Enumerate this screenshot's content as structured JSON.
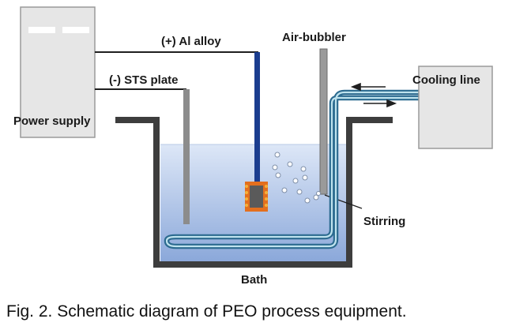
{
  "labels": {
    "power_supply": "Power supply",
    "anode": "(+) Al alloy",
    "cathode": "(-) STS plate",
    "air_bubbler": "Air-bubbler",
    "cooling_line": "Cooling line",
    "stirring": "Stirring",
    "bath": "Bath"
  },
  "caption": "Fig. 2. Schematic diagram of PEO process equipment.",
  "colors": {
    "wire": "#1f1f1f",
    "anode_rod": "#1b3d8f",
    "cathode_plate": "#8c8c8c",
    "bath_wall": "#3a3a3a",
    "electrolyte_top": "#dbe6f7",
    "electrolyte_bottom": "#8eaadb",
    "cooling_tube": "#2e6f94",
    "sample_glow": "#e8731a",
    "box_fill": "#e8e8e8"
  }
}
